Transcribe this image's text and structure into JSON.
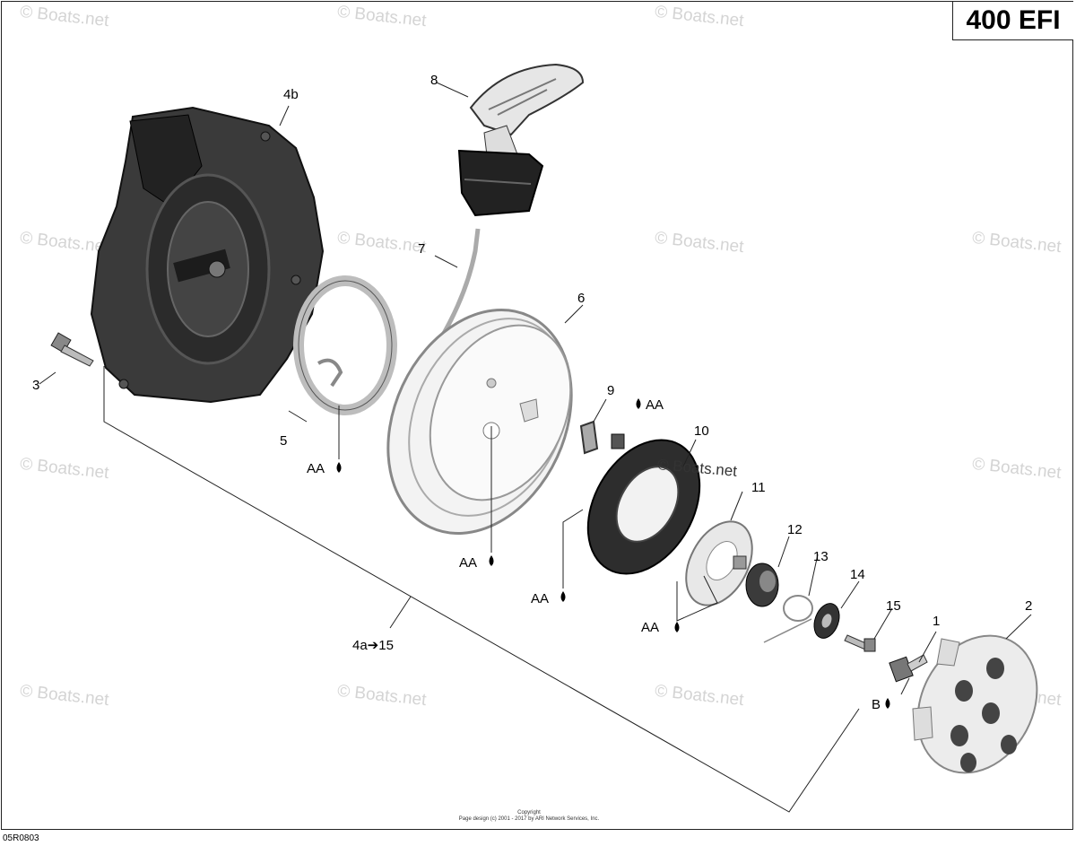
{
  "badge": "400 EFI",
  "watermark": "© Boats.net",
  "watermark_center": "© Boats.net",
  "labels": {
    "l1": "1",
    "l2": "2",
    "l3": "3",
    "l4a15": "4a➔15",
    "l4b": "4b",
    "l5": "5",
    "l6": "6",
    "l7": "7",
    "l8": "8",
    "l9": "9",
    "l10": "10",
    "l11": "11",
    "l12": "12",
    "l13": "13",
    "l14": "14",
    "l15": "15",
    "aa_5": "AA",
    "aa_6": "AA",
    "aa_9": "AA",
    "aa_10": "AA",
    "aa_11": "AA",
    "b_1": "B"
  },
  "copyright_line1": "Copyright",
  "copyright_line2": "Page design (c) 2001 - 2017 by ARI Network Services, Inc.",
  "diagram_code": "05R0803"
}
